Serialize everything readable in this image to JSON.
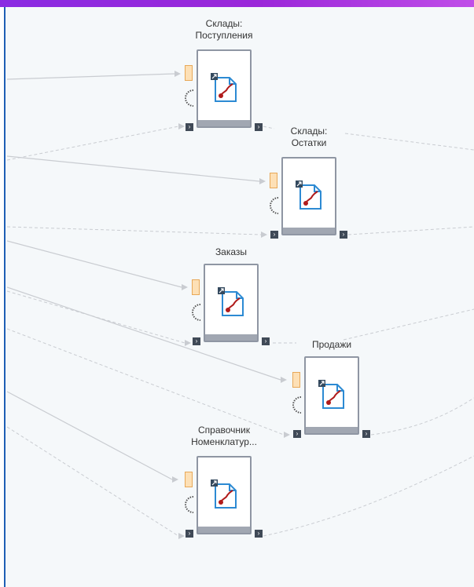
{
  "nodes": [
    {
      "title": "Склады:\nПоступления",
      "icon": "data-source-document-icon"
    },
    {
      "title": "Склады:\nОстатки",
      "icon": "data-source-document-icon"
    },
    {
      "title": "Заказы",
      "icon": "data-source-document-icon"
    },
    {
      "title": "Продажи",
      "icon": "data-source-document-icon"
    },
    {
      "title": "Справочник\nНоменклатур...",
      "icon": "data-source-document-icon"
    }
  ],
  "port_arrow_glyph": "›",
  "colors": {
    "accent_top_bar": "#8a2be2",
    "node_border": "#8f96a3",
    "input_port_fill": "#fde0b6",
    "input_port_border": "#e8a858",
    "icon_blue": "#2c8ad3",
    "icon_red": "#b01b1b",
    "edge_color": "#c9ccd1"
  }
}
